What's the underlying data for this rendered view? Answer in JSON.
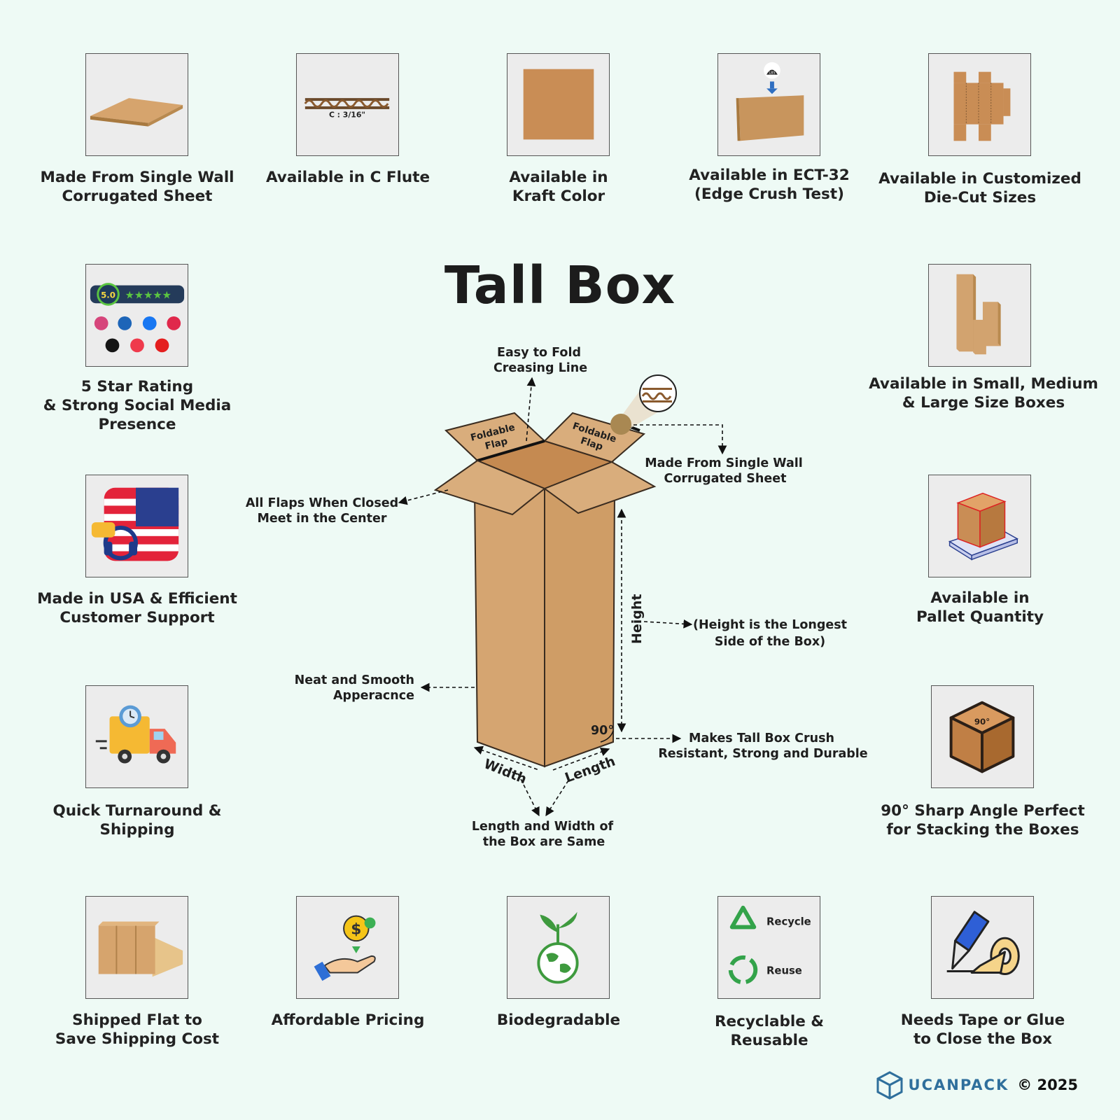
{
  "title": "Tall Box",
  "features": {
    "single_wall": "Made From Single Wall\nCorrugated Sheet",
    "c_flute": "Available in C Flute",
    "c_flute_label": "C : 3/16\"",
    "kraft": "Available in\nKraft Color",
    "ect": "Available in ECT-32\n(Edge Crush Test)",
    "ect_weight": "LBS",
    "diecut": "Available in Customized\nDie-Cut Sizes",
    "rating": "5 Star Rating\n& Strong Social Media\nPresence",
    "rating_value": "5.0",
    "rating_stars": "★★★★★",
    "sizes": "Available in Small, Medium\n& Large Size Boxes",
    "usa": "Made in USA & Efficient\nCustomer Support",
    "pallet": "Available in\nPallet Quantity",
    "shipping": "Quick Turnaround &\nShipping",
    "angle": "90° Sharp Angle Perfect\nfor Stacking the Boxes",
    "angle_label": "90°",
    "flat": "Shipped Flat to\nSave Shipping Cost",
    "pricing": "Affordable Pricing",
    "pricing_symbol": "$",
    "bio": "Biodegradable",
    "recycle": "Recyclable &\nReusable",
    "recycle_label": "Recycle",
    "reuse_label": "Reuse",
    "tape": "Needs Tape or Glue\nto Close the Box"
  },
  "diagram": {
    "crease_1": "Easy to Fold",
    "crease_2": "Creasing Line",
    "flap": "Foldable",
    "flap_2": "Flap",
    "sheet_1": "Made From Single Wall",
    "sheet_2": "Corrugated Sheet",
    "center_1": "All Flaps When Closed",
    "center_2": "Meet in the Center",
    "height": "Height",
    "height_note_1": "(Height is the Longest",
    "height_note_2": "Side of the Box)",
    "neat_1": "Neat and Smooth",
    "neat_2": "Apperacnce",
    "angle": "90°",
    "crush_1": "Makes Tall Box Crush",
    "crush_2": "Resistant, Strong and Durable",
    "width": "Width",
    "length": "Length",
    "same_1": "Length and Width of",
    "same_2": "the Box are Same"
  },
  "brand": {
    "name": "UCANPACK",
    "copyright": "© 2025"
  },
  "colors": {
    "kraft": "#d2a36f",
    "kraft_dark": "#c08a55",
    "background": "#eefaf5",
    "tile": "#ececec",
    "brand": "#2f6f9c"
  }
}
